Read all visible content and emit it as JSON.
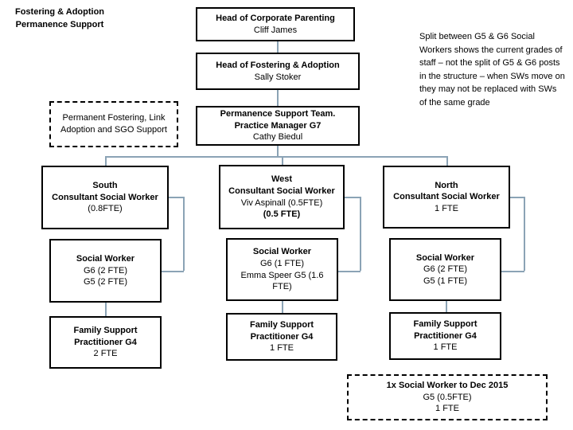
{
  "page_title": "Fostering & Adoption\nPermanence Support",
  "side_note": "Split between G5 & G6 Social Workers shows the current grades of staff – not the split of G5 & G6 posts in the structure – when SWs move on they may not be replaced with SWs of the same grade",
  "colors": {
    "connector_line": "#8ba3b5",
    "box_border": "#000000",
    "background": "#ffffff",
    "text": "#000000"
  },
  "org": {
    "head_corporate": {
      "title": "Head of Corporate Parenting",
      "name": "Cliff James"
    },
    "head_fostering": {
      "title": "Head of Fostering & Adoption",
      "name": "Sally Stoker"
    },
    "permanent_fostering_note": {
      "line1": "Permanent Fostering, Link",
      "line2": "Adoption and SGO Support"
    },
    "permanence_team": {
      "title": "Permanence Support Team.",
      "subtitle": "Practice Manager G7",
      "name": "Cathy Biedul"
    },
    "south_consultant": {
      "region": "South",
      "role": "Consultant Social Worker",
      "fte": "(0.8FTE)"
    },
    "west_consultant": {
      "region": "West",
      "role": "Consultant Social Worker",
      "name_fte": "Viv Aspinall (0.5FTE)",
      "fte_bold": "(0.5 FTE)"
    },
    "north_consultant": {
      "region": "North",
      "role": "Consultant Social Worker",
      "fte": "1 FTE"
    },
    "south_social_worker": {
      "title": "Social Worker",
      "line2": "G6 (2 FTE)",
      "line3": "G5 (2 FTE)"
    },
    "west_social_worker": {
      "title": "Social Worker",
      "line2": "G6 (1 FTE)",
      "line3": "Emma Speer G5 (1.6 FTE)"
    },
    "north_social_worker": {
      "title": "Social Worker",
      "line2": "G6 (2 FTE)",
      "line3": "G5 (1 FTE)"
    },
    "south_family_support": {
      "line1": "Family Support",
      "line2": "Practitioner G4",
      "fte": "2 FTE"
    },
    "west_family_support": {
      "line1": "Family Support",
      "line2": "Practitioner G4",
      "fte": "1 FTE"
    },
    "north_family_support": {
      "line1": "Family Support",
      "line2": "Practitioner G4",
      "fte": "1 FTE"
    },
    "temp_social_worker_note": {
      "line1": "1x Social Worker to Dec 2015",
      "line2": "G5 (0.5FTE)",
      "line3": "1 FTE"
    }
  }
}
